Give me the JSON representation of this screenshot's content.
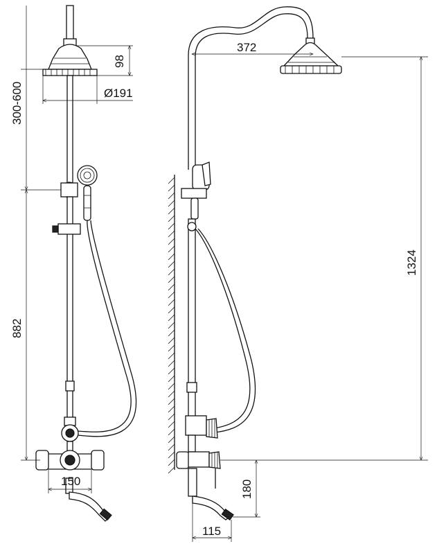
{
  "dimensions": {
    "shower_head_height": "98",
    "shower_head_diameter": "Ø191",
    "head_adjust_range": "300-600",
    "rail_height": "882",
    "arm_reach": "372",
    "total_height": "1324",
    "mixer_centers": "150",
    "spout_drop": "180",
    "wall_projection": "115"
  }
}
